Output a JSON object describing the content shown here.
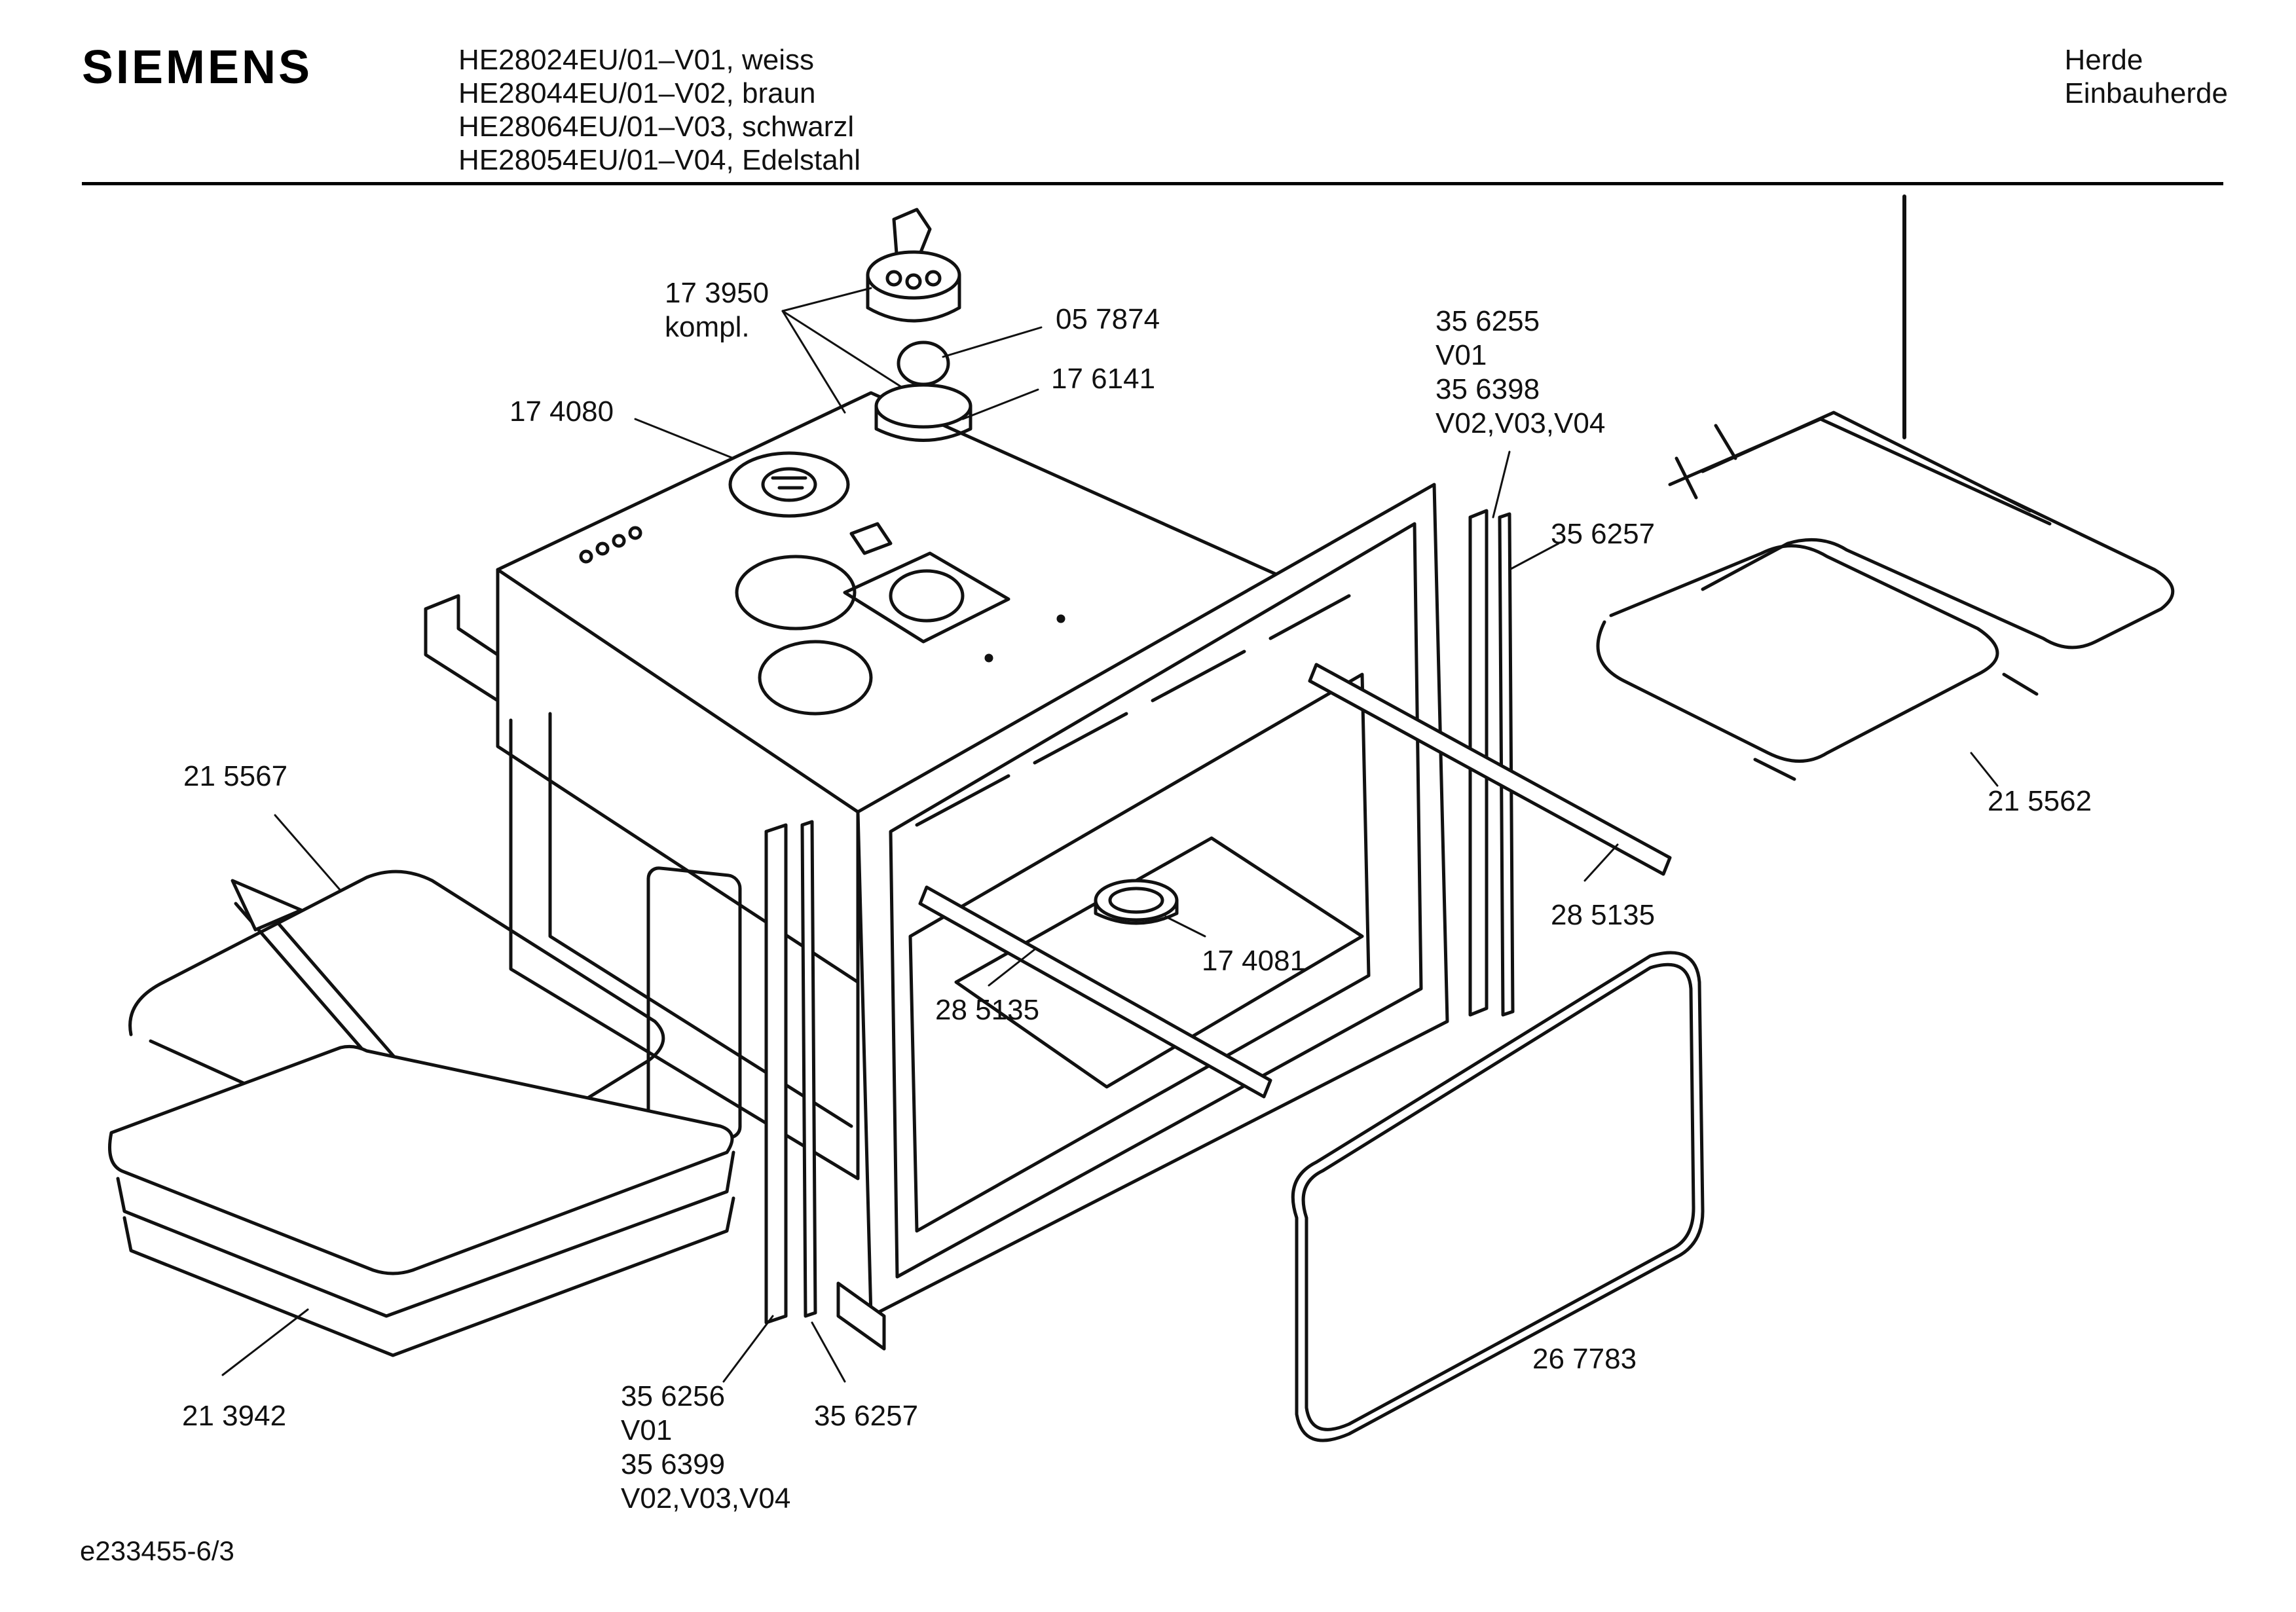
{
  "header": {
    "brand": "SIEMENS",
    "models": [
      "HE28024EU/01–V01, weiss",
      "HE28044EU/01–V02, braun",
      "HE28064EU/01–V03, schwarzl",
      "HE28054EU/01–V04, Edelstahl"
    ],
    "category": [
      "Herde",
      "Einbauherde"
    ]
  },
  "parts": {
    "p173950": [
      "17 3950",
      "kompl."
    ],
    "p057874": "05 7874",
    "p176141": "17 6141",
    "p174080": "17 4080",
    "p356255": [
      "35 6255",
      "V01",
      "35 6398",
      "V02,V03,V04"
    ],
    "p356257a": "35 6257",
    "p215562": "21 5562",
    "p215567": "21 5567",
    "p285135a": "28 5135",
    "p174081": "17 4081",
    "p285135b": "28 5135",
    "p213942": "21 3942",
    "p356256": [
      "35 6256",
      "V01",
      "35 6399",
      "V02,V03,V04"
    ],
    "p356257b": "35 6257",
    "p267783": "26 7783"
  },
  "footer": {
    "drawing_id": "e233455-6/3"
  }
}
